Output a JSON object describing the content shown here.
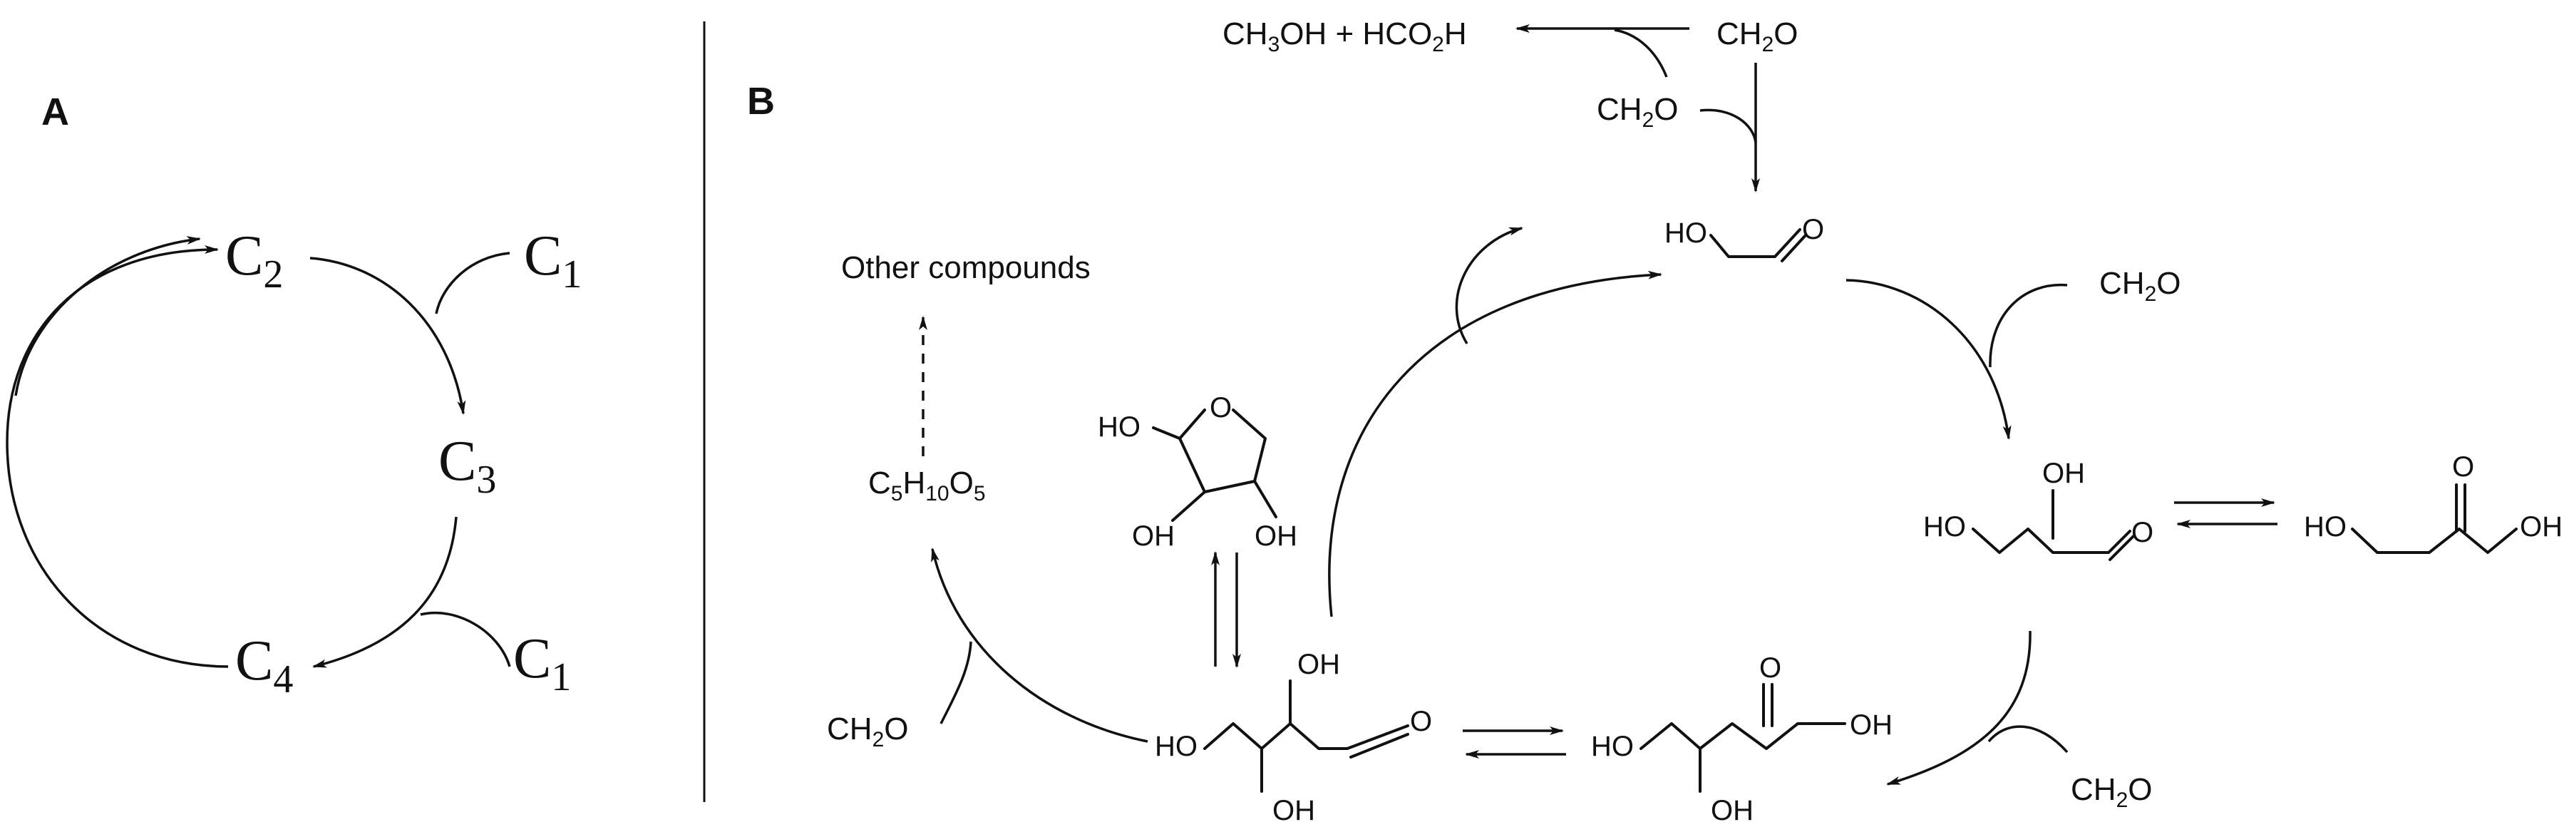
{
  "panels": {
    "a": {
      "label": "A"
    },
    "b": {
      "label": "B"
    }
  },
  "panel_a": {
    "c2": {
      "base": "C",
      "sub": "2"
    },
    "c1_top": {
      "base": "C",
      "sub": "1"
    },
    "c3": {
      "base": "C",
      "sub": "3"
    },
    "c4": {
      "base": "C",
      "sub": "4"
    },
    "c1_bottom": {
      "base": "C",
      "sub": "1"
    }
  },
  "panel_b": {
    "cannizzaro_products": {
      "p1": "CH",
      "p1_sub": "3",
      "p1_rest": "OH + HCO",
      "p1_sub2": "2",
      "p1_end": "H"
    },
    "ch2o_top": {
      "a": "CH",
      "sub": "2",
      "b": "O"
    },
    "ch2o_left_top": {
      "a": "CH",
      "sub": "2",
      "b": "O"
    },
    "glycolaldehyde": {
      "ho": "HO",
      "o": "O"
    },
    "ch2o_right": {
      "a": "CH",
      "sub": "2",
      "b": "O"
    },
    "glyceraldehyde": {
      "ho": "HO",
      "oh": "OH",
      "o": "O"
    },
    "dihydroxyacetone": {
      "ho": "HO",
      "o": "O",
      "oh": "OH"
    },
    "ch2o_bottom_right": {
      "a": "CH",
      "sub": "2",
      "b": "O"
    },
    "erythrulose": {
      "ho": "HO",
      "o": "O",
      "oh_right": "OH",
      "oh_bottom": "OH"
    },
    "erythrose": {
      "ho": "HO",
      "oh_top": "OH",
      "o": "O",
      "oh_bottom": "OH"
    },
    "furanose": {
      "ho": "HO",
      "o": "O",
      "oh_left": "OH",
      "oh_right": "OH"
    },
    "pentose": {
      "c": "C",
      "c_sub": "5",
      "h": "H",
      "h_sub": "10",
      "o": "O",
      "o_sub": "5"
    },
    "other_compounds": "Other compounds",
    "ch2o_bottom_left": {
      "a": "CH",
      "sub": "2",
      "b": "O"
    }
  }
}
